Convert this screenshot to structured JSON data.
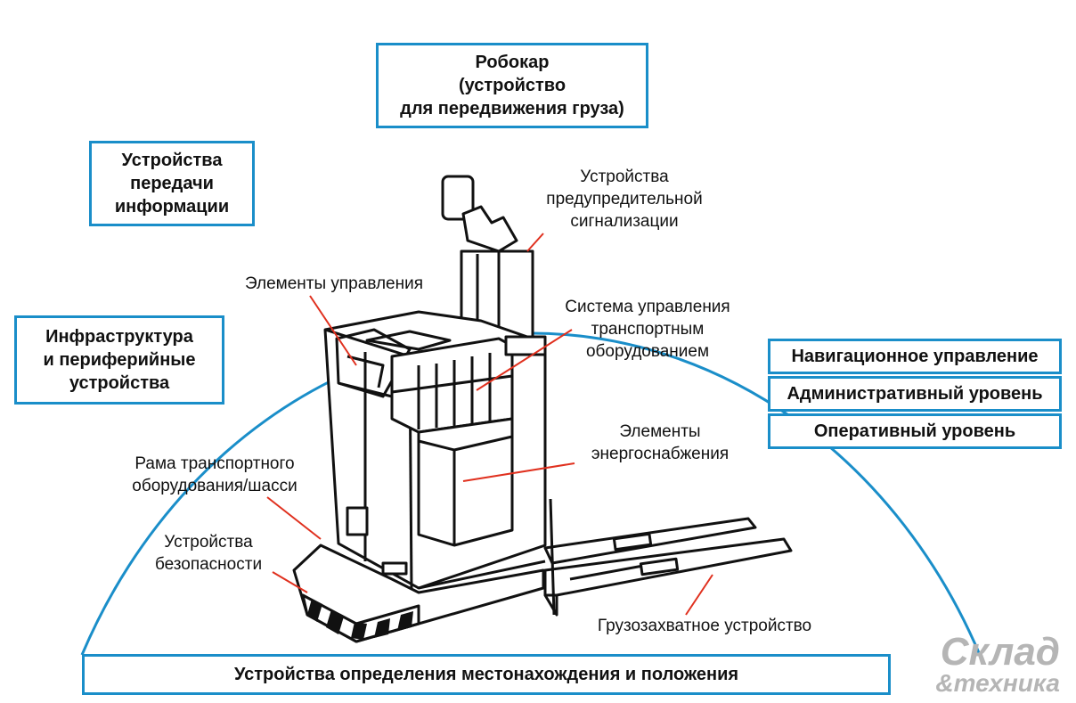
{
  "boxes": {
    "robocar": [
      "Робокар",
      "(устройство",
      "для передвижения груза)"
    ],
    "info_transfer": [
      "Устройства",
      "передачи",
      "информации"
    ],
    "infrastructure": [
      "Инфраструктура",
      "и периферийные",
      "устройства"
    ],
    "location": "Устройства определения местонахождения и положения",
    "levels": [
      "Навигационное управление",
      "Административный уровень",
      "Оперативный уровень"
    ]
  },
  "labels": {
    "warning": [
      "Устройства",
      "предупредительной",
      "сигнализации"
    ],
    "controls": "Элементы управления",
    "control_system": [
      "Система управления",
      "транспортным",
      "оборудованием"
    ],
    "power": [
      "Элементы",
      "энергоснабжения"
    ],
    "frame": [
      "Рама транспортного",
      "оборудования/шасси"
    ],
    "safety": [
      "Устройства",
      "безопасности"
    ],
    "load_handling": "Грузозахватное устройство"
  },
  "logo": {
    "line1": "Склад",
    "line2": "&техника"
  },
  "colors": {
    "accent": "#1a8ec9",
    "pointer": "#e0301e",
    "ink": "#111111"
  }
}
